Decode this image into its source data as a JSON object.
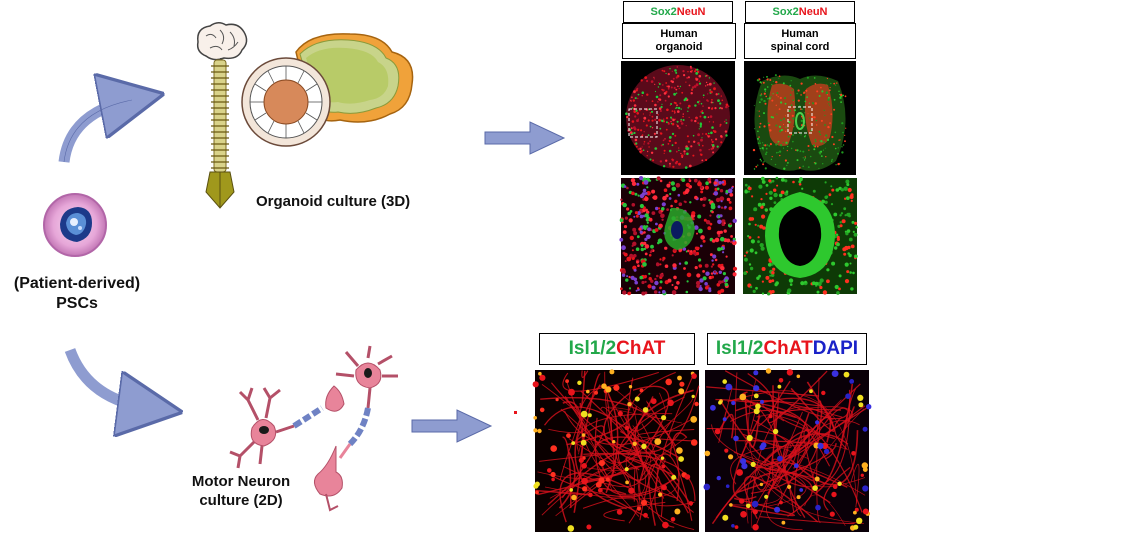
{
  "source": {
    "label_line1": "(Patient-derived)",
    "label_line2": "PSCs"
  },
  "organoid": {
    "label": "Organoid culture (3D)"
  },
  "motor_neuron": {
    "label_line1": "Motor Neuron",
    "label_line2": "culture (2D)"
  },
  "organoid_panels": [
    {
      "stain_a": "Sox2",
      "stain_b": "NeuN",
      "desc_line1": "Human",
      "desc_line2": "organoid"
    },
    {
      "stain_a": "Sox2",
      "stain_b": "NeuN",
      "desc_line1": "Human",
      "desc_line2": "spinal cord"
    }
  ],
  "mn_panels": [
    {
      "stain_a": "Isl1/2",
      "stain_b": "ChAT",
      "stain_c": ""
    },
    {
      "stain_a": "Isl1/2",
      "stain_b": "ChAT",
      "stain_c": "DAPI"
    }
  ],
  "colors": {
    "arrow": "#8e9cd0",
    "green_stain": "#22a84a",
    "red_stain": "#e8141c",
    "blue_stain": "#1a22c8"
  }
}
